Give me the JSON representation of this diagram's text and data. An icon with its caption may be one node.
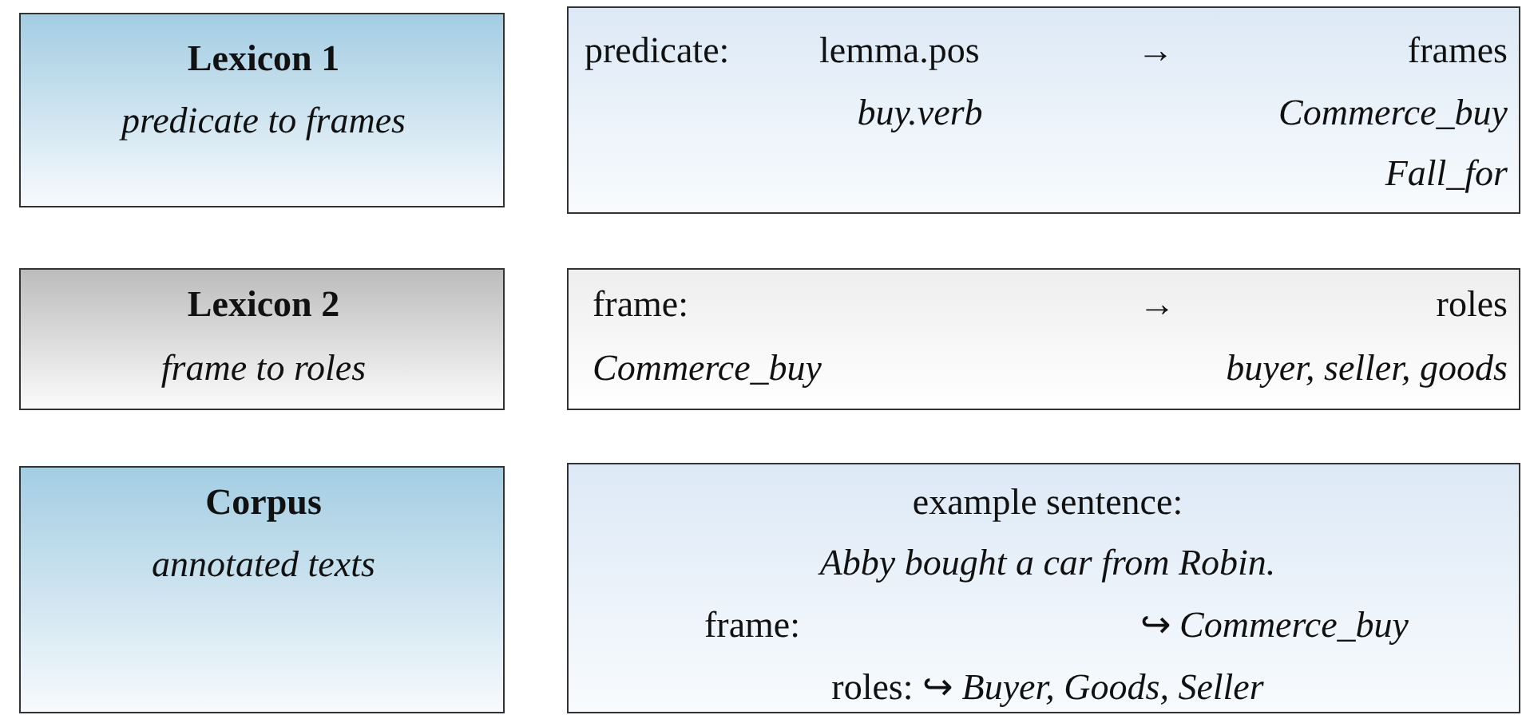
{
  "diagram": {
    "nodes": [
      {
        "text": [
          "Lexicon 1",
          "predicate to frames"
        ]
      },
      {
        "text": [
          "predicate:",
          "lemma.pos",
          "→",
          "frames",
          "buy.verb",
          "Commerce_buy",
          "Fall_for"
        ]
      },
      {
        "text": [
          "Lexicon 2",
          "frame to roles"
        ]
      },
      {
        "text": [
          "frame:",
          "→",
          "roles",
          "Commerce_buy",
          "buyer, seller, goods"
        ]
      },
      {
        "text": [
          "Corpus",
          "annotated texts"
        ]
      },
      {
        "text": [
          "example sentence:",
          "Abby bought a car from Robin.",
          "frame:",
          "↪ *Commerce_buy*",
          "roles: ↪ *Buyer, Goods, Seller*"
        ]
      }
    ]
  }
}
